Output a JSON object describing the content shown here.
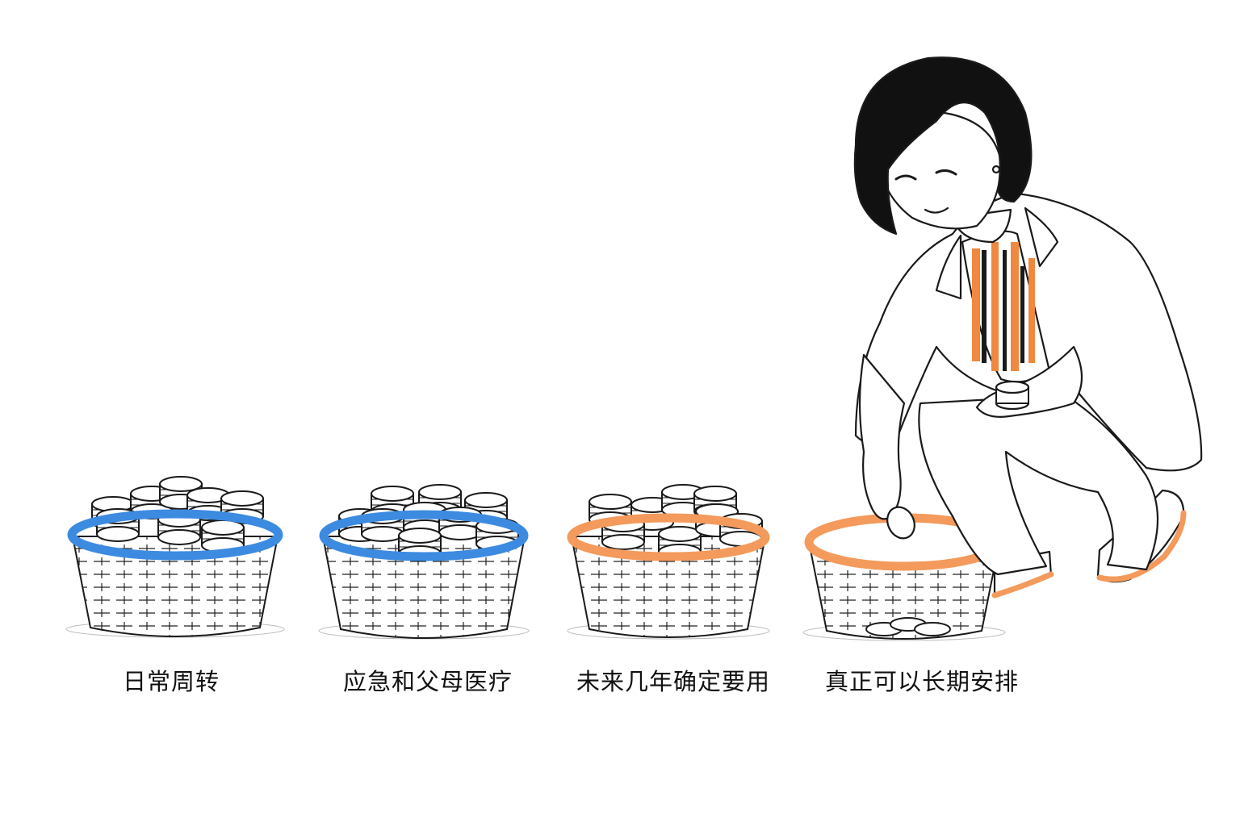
{
  "colors": {
    "blue_rim": "#3d8be0",
    "orange_rim": "#f39a5c",
    "line": "#1a1a1a",
    "shirt_orange": "#f0883e"
  },
  "baskets": [
    {
      "label": "日常周转",
      "rim": "blue",
      "fill": "full"
    },
    {
      "label": "应急和父母医疗",
      "rim": "blue",
      "fill": "full"
    },
    {
      "label": "未来几年确定要用",
      "rim": "orange",
      "fill": "full"
    },
    {
      "label": "真正可以长期安排",
      "rim": "orange",
      "fill": "few"
    }
  ]
}
